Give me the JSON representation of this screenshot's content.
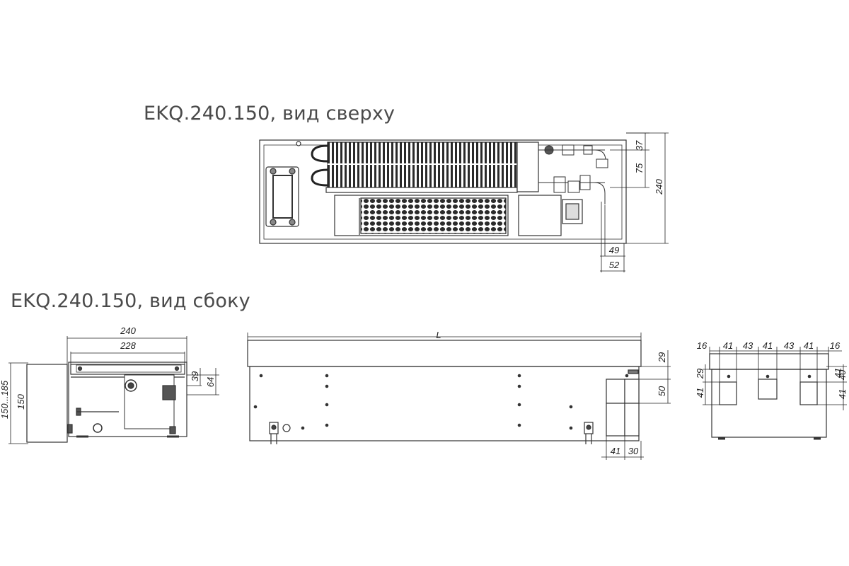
{
  "titles": {
    "top_view": "EKQ.240.150, вид сверху",
    "side_view": "EKQ.240.150, вид сбоку"
  },
  "top_view_dims": {
    "d37": "37",
    "d75": "75",
    "d240": "240",
    "d49": "49",
    "d52": "52"
  },
  "side_view_dims": {
    "w240": "240",
    "w228": "228",
    "h150_185": "150...185",
    "h150": "150",
    "d39": "39",
    "d64": "64"
  },
  "length_view_dims": {
    "length": "L",
    "d29": "29",
    "d50": "50",
    "d41": "41",
    "d30": "30"
  },
  "end_view_dims": {
    "t16a": "16",
    "t41a": "41",
    "t43a": "43",
    "t41b": "41",
    "t43b": "43",
    "t41c": "41",
    "t16b": "16",
    "l41": "41",
    "l29": "29",
    "r41": "41",
    "r40": "40",
    "r41b": "41"
  }
}
